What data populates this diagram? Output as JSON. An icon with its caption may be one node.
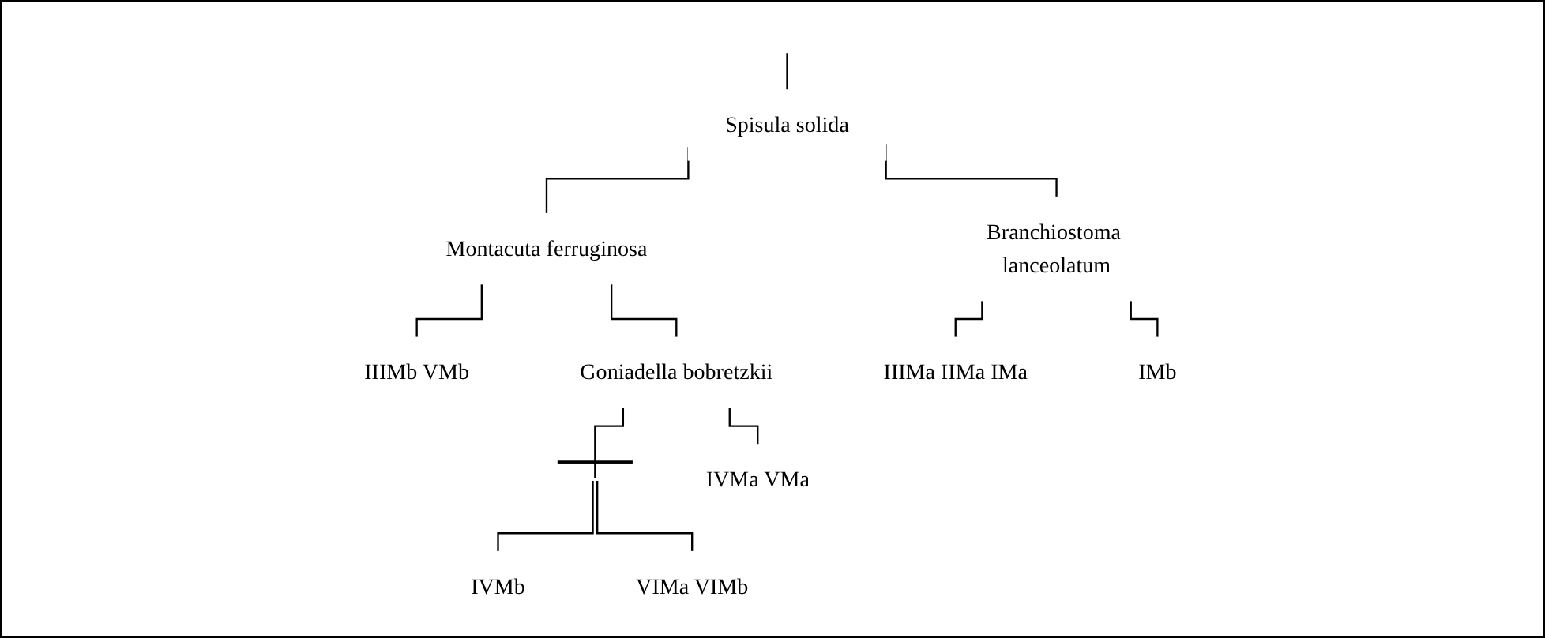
{
  "diagram": {
    "nodes": [
      {
        "text": [
          "Spisula solida"
        ]
      },
      {
        "text": [
          "Montacuta ferruginosa"
        ]
      },
      {
        "text": [
          "Branchiostoma lanceolatum"
        ]
      },
      {
        "text": [
          "IIIMb VMb"
        ]
      },
      {
        "text": [
          "Goniadella bobretzkii"
        ]
      },
      {
        "text": [],
        "shape": "bar"
      },
      {
        "text": [
          "IVMa VMa"
        ]
      },
      {
        "text": [
          "IVMb"
        ]
      },
      {
        "text": [
          "VIMa VIMb"
        ]
      },
      {
        "text": [
          "IIIMa IIMa IMa"
        ]
      },
      {
        "text": [
          "IMb"
        ]
      }
    ],
    "edges": [
      {
        "from": null,
        "to": 0,
        "arrow": "none"
      },
      {
        "from": 0,
        "to": 1,
        "arrow": "none"
      },
      {
        "from": 0,
        "to": 2,
        "arrow": "none"
      },
      {
        "from": 1,
        "to": 3,
        "arrow": "none"
      },
      {
        "from": 1,
        "to": 4,
        "arrow": "none"
      },
      {
        "from": 4,
        "to": 5,
        "arrow": "none"
      },
      {
        "from": 4,
        "to": 6,
        "arrow": "none"
      },
      {
        "from": 5,
        "to": 7,
        "arrow": "none"
      },
      {
        "from": 5,
        "to": 8,
        "arrow": "none"
      },
      {
        "from": 2,
        "to": 9,
        "arrow": "none"
      },
      {
        "from": 2,
        "to": 10,
        "arrow": "none"
      }
    ]
  }
}
